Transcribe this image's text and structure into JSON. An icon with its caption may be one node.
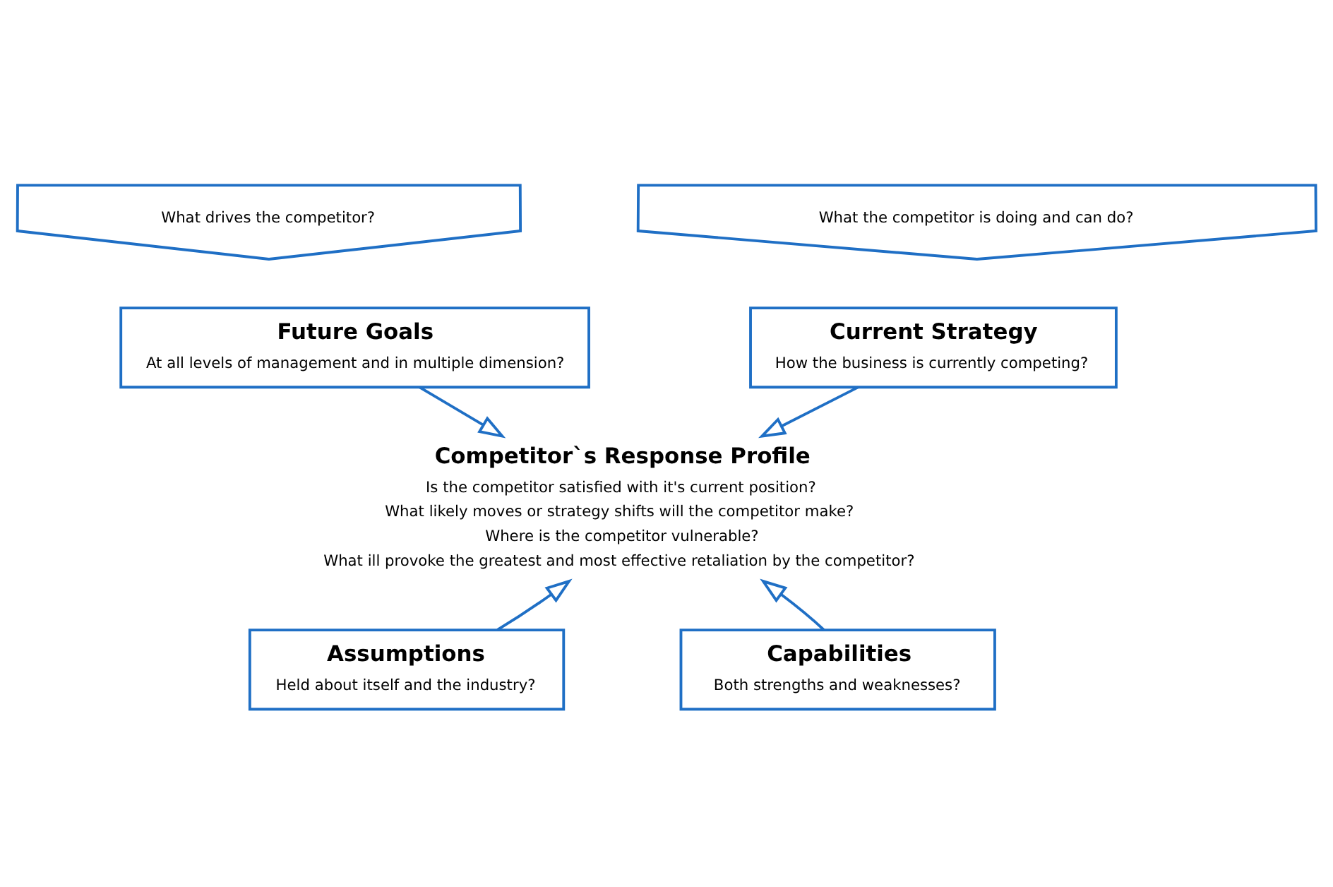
{
  "diagram": {
    "nodes": [
      {
        "text": [
          "What drives the competitor?"
        ]
      },
      {
        "text": [
          "What the competitor is doing and can do?"
        ]
      },
      {
        "text": [
          "Future Goals",
          "At all levels of management and in multiple dimension?"
        ]
      },
      {
        "text": [
          "Current Strategy",
          "How the business is currently competing?"
        ]
      },
      {
        "text": [
          "Competitor`s Response Profile",
          "Is the competitor satisfied with it's current position?",
          "What likely moves or strategy shifts will the competitor make?",
          "Where is the competitor vulnerable?",
          "What ill provoke the greatest and most effective retaliation by the competitor?"
        ]
      },
      {
        "text": [
          "Assumptions",
          "Held about itself and the industry?"
        ]
      },
      {
        "text": [
          "Capabilities",
          "Both strengths and weaknesses?"
        ]
      }
    ],
    "edges": [
      {
        "from": 2,
        "to": 4,
        "arrow": "to"
      },
      {
        "from": 3,
        "to": 4,
        "arrow": "to"
      },
      {
        "from": 5,
        "to": 4,
        "arrow": "to"
      },
      {
        "from": 6,
        "to": 4,
        "arrow": "to"
      }
    ]
  }
}
